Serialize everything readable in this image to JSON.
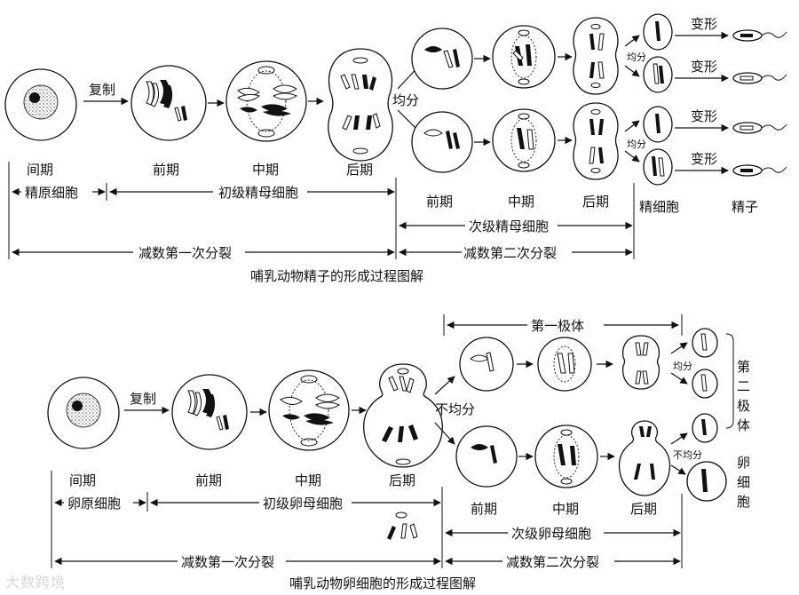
{
  "sperm": {
    "title": "哺乳动物精子的形成过程图解",
    "replicate": "复制",
    "equal_split": "均分",
    "equal_split_small": "均分",
    "deform": "变形",
    "stages_top": [
      "间期",
      "前期",
      "中期",
      "后期"
    ],
    "stages_second": [
      "前期",
      "中期",
      "后期"
    ],
    "spermatocyte_label": "精细胞",
    "sperm_label": "精子",
    "spermatogonium": "精原细胞",
    "primary": "初级精母细胞",
    "secondary": "次级精母细胞",
    "meiosis1": "减数第一次分裂",
    "meiosis2": "减数第二次分裂"
  },
  "egg": {
    "title": "哺乳动物卵细胞的形成过程图解",
    "replicate": "复制",
    "unequal_split": "不均分",
    "unequal_split_small": "不均分",
    "equal_split_small": "均分",
    "first_polar": "第一极体",
    "second_polar": [
      "第",
      "二",
      "极",
      "体"
    ],
    "egg_cell": [
      "卵",
      "细",
      "胞"
    ],
    "stages_top": [
      "间期",
      "前期",
      "中期",
      "后期"
    ],
    "stages_second": [
      "前期",
      "中期",
      "后期"
    ],
    "oogonium": "卵原细胞",
    "primary": "初级卵母细胞",
    "secondary": "次级卵母细胞",
    "meiosis1": "减数第一次分裂",
    "meiosis2": "减数第二次分裂"
  },
  "watermark": "大数跨境",
  "colors": {
    "ink": "#111111",
    "paper": "#ffffff"
  }
}
